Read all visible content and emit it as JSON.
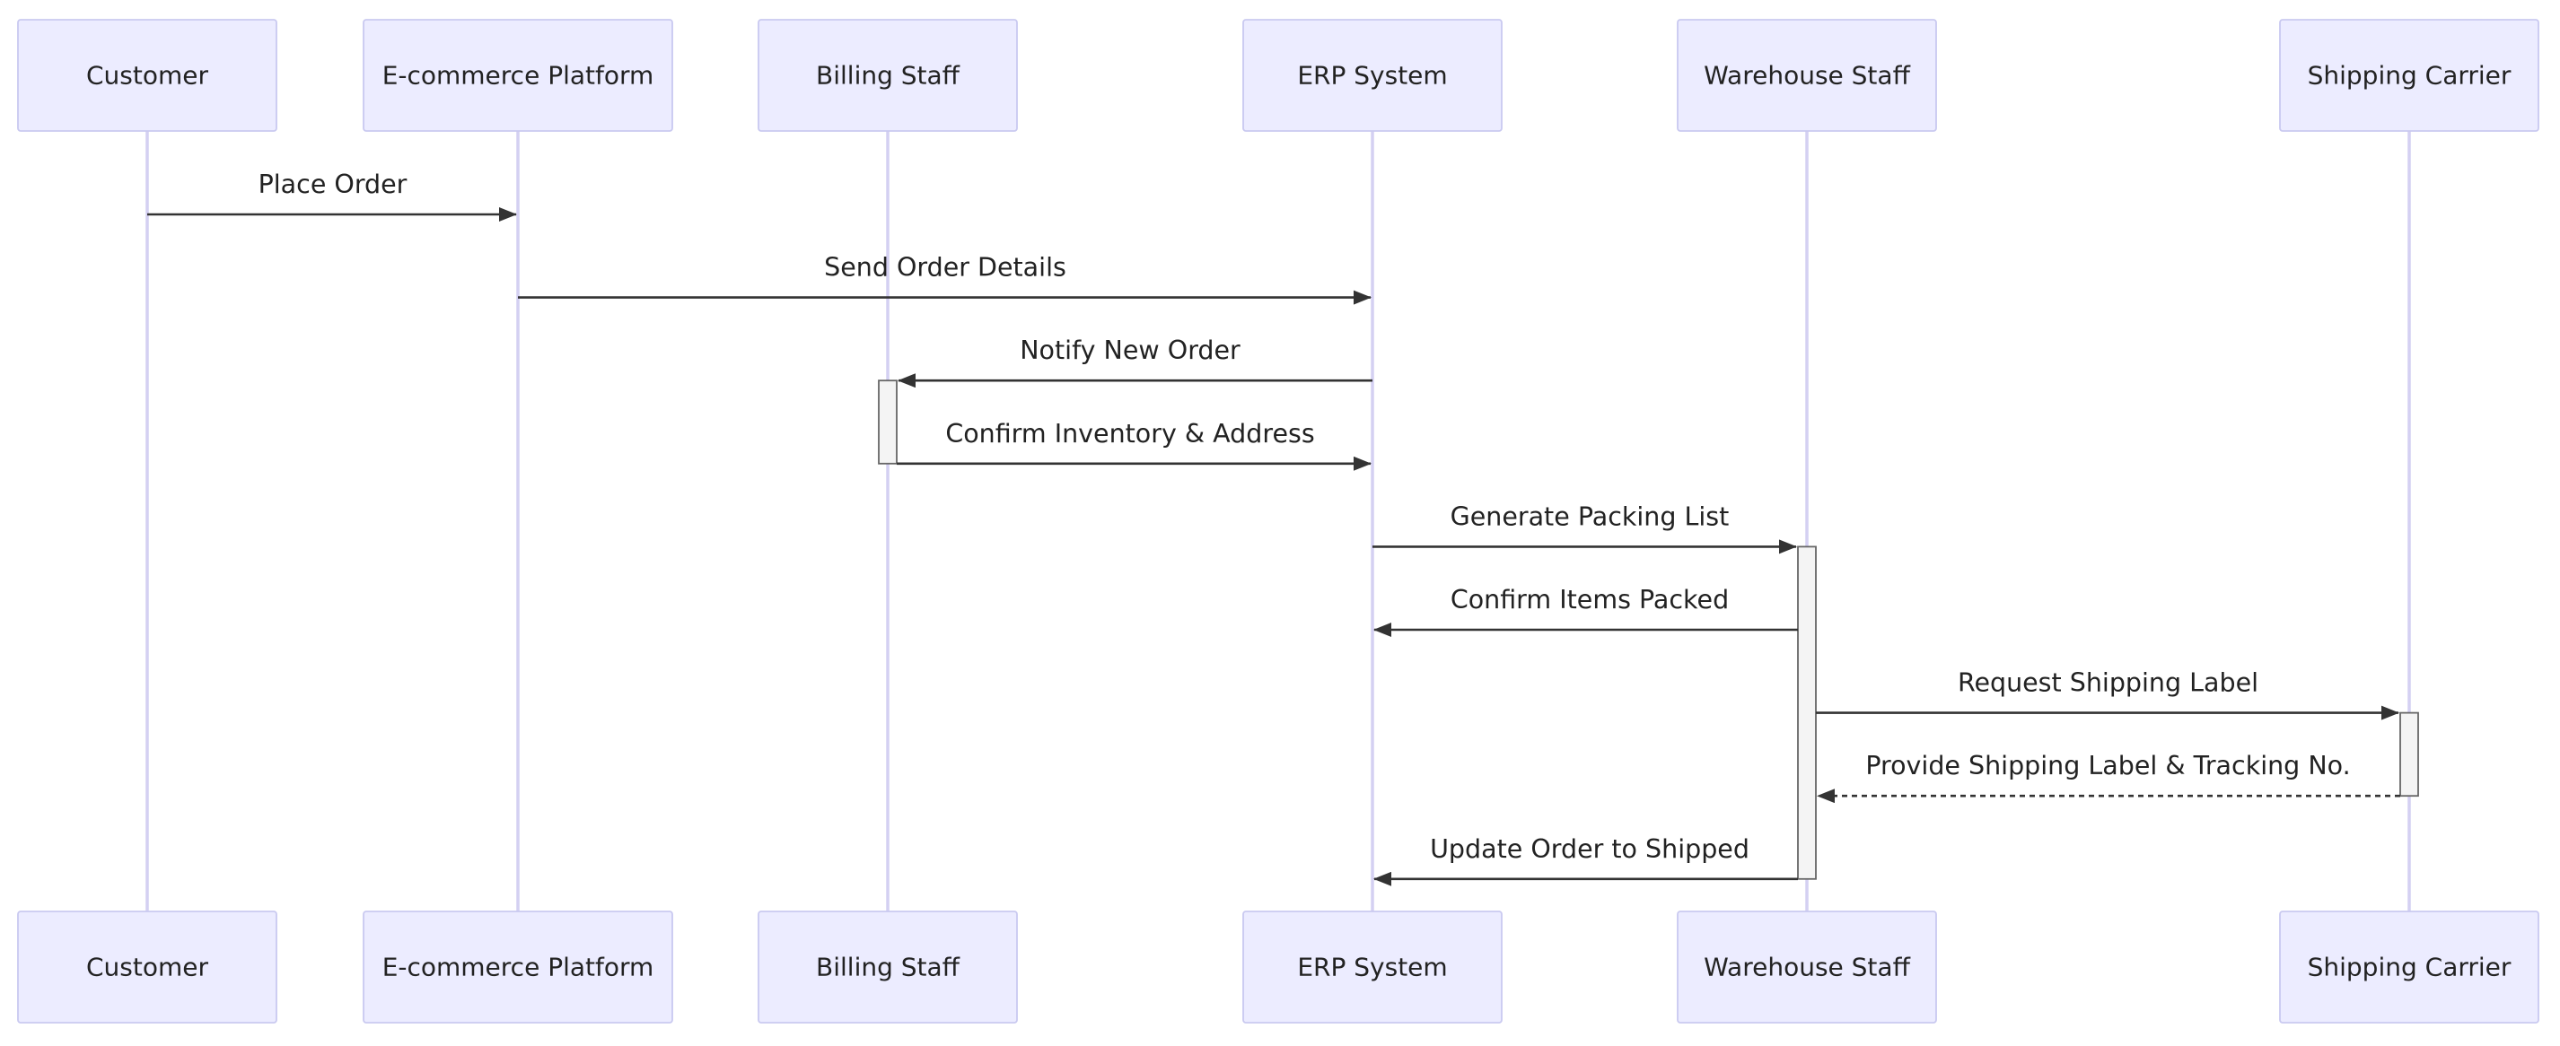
{
  "participants": [
    {
      "id": "customer",
      "label": "Customer"
    },
    {
      "id": "ecommerce",
      "label": "E-commerce Platform"
    },
    {
      "id": "billing",
      "label": "Billing Staff"
    },
    {
      "id": "erp",
      "label": "ERP System"
    },
    {
      "id": "warehouse",
      "label": "Warehouse Staff"
    },
    {
      "id": "carrier",
      "label": "Shipping Carrier"
    }
  ],
  "messages": [
    {
      "from": "customer",
      "to": "ecommerce",
      "label": "Place Order",
      "style": "solid"
    },
    {
      "from": "ecommerce",
      "to": "erp",
      "label": "Send Order Details",
      "style": "solid"
    },
    {
      "from": "erp",
      "to": "billing",
      "label": "Notify New Order",
      "style": "solid"
    },
    {
      "from": "billing",
      "to": "erp",
      "label": "Confirm Inventory & Address",
      "style": "solid"
    },
    {
      "from": "erp",
      "to": "warehouse",
      "label": "Generate Packing List",
      "style": "solid"
    },
    {
      "from": "warehouse",
      "to": "erp",
      "label": "Confirm Items Packed",
      "style": "solid"
    },
    {
      "from": "warehouse",
      "to": "carrier",
      "label": "Request Shipping Label",
      "style": "solid"
    },
    {
      "from": "carrier",
      "to": "warehouse",
      "label": "Provide Shipping Label & Tracking No.",
      "style": "dashed"
    },
    {
      "from": "warehouse",
      "to": "erp",
      "label": "Update Order to Shipped",
      "style": "solid"
    }
  ],
  "activations": [
    {
      "participant": "billing",
      "from_message": 2,
      "to_message": 3
    },
    {
      "participant": "warehouse",
      "from_message": 4,
      "to_message": 8
    },
    {
      "participant": "carrier",
      "from_message": 6,
      "to_message": 7
    }
  ]
}
